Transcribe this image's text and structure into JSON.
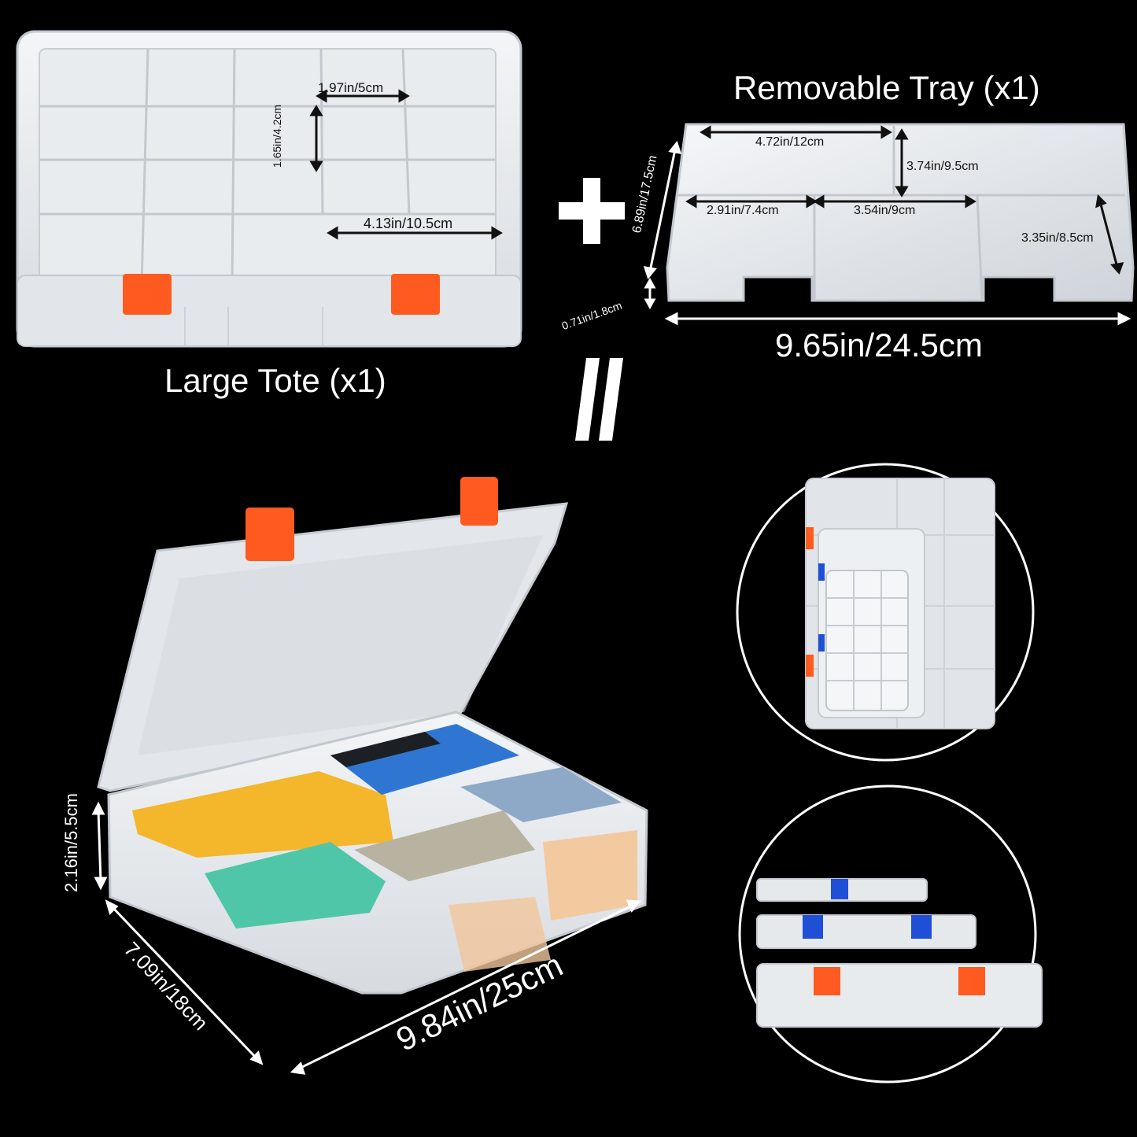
{
  "captions": {
    "removable_tray": "Removable Tray (x1)",
    "large_tote": "Large Tote (x1)"
  },
  "symbols": {
    "plus": "+",
    "equals": "="
  },
  "tote_dims": {
    "compartment_width": "1.97in/5cm",
    "compartment_height": "1.65in/4.2cm",
    "long_compartment": "4.13in/10.5cm"
  },
  "tray_dims": {
    "top_left_width": "4.72in/12cm",
    "top_right_height": "3.74in/9.5cm",
    "bottom_left_width": "2.91in/7.4cm",
    "bottom_middle_width": "3.54in/9cm",
    "bottom_right_height": "3.35in/8.5cm",
    "tray_depth": "6.89in/17.5cm",
    "tray_height": "0.71in/1.8cm",
    "tray_width": "9.65in/24.5cm"
  },
  "open_box_dims": {
    "height": "2.16in/5.5cm",
    "depth": "7.09in/18cm",
    "width": "9.84in/25cm"
  },
  "colors": {
    "background": "#000000",
    "latch_orange": "#ff5a1f",
    "latch_blue": "#1f4fd6",
    "plastic": "#e6e9ec"
  }
}
